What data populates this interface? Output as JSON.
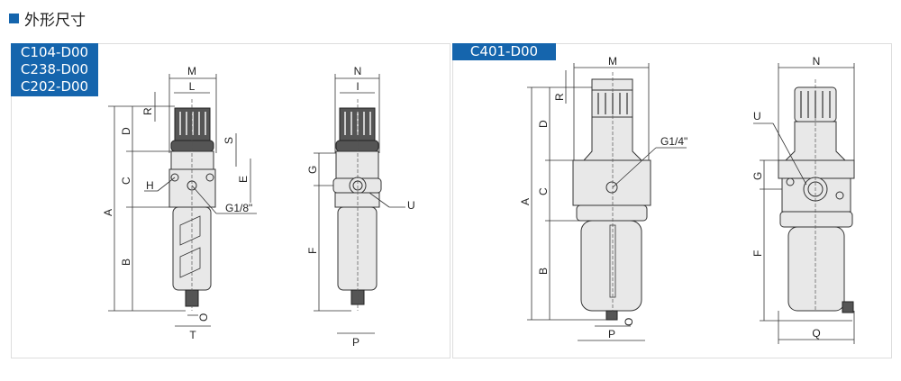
{
  "section_title": "外形尺寸",
  "colors": {
    "accent": "#1565ad"
  },
  "panels": [
    {
      "models": [
        "C104-D00",
        "C238-D00",
        "C202-D00"
      ],
      "front_labels": {
        "M": "M",
        "L": "L",
        "R": "R",
        "D": "D",
        "S": "S",
        "C": "C",
        "H": "H",
        "E": "E",
        "A": "A",
        "B": "B",
        "O": "O",
        "T": "T",
        "port": "G1/8\""
      },
      "side_labels": {
        "N": "N",
        "I": "I",
        "G": "G",
        "U": "U",
        "F": "F",
        "P": "P"
      }
    },
    {
      "models": [
        "C401-D00"
      ],
      "front_labels": {
        "M": "M",
        "R": "R",
        "D": "D",
        "C": "C",
        "A": "A",
        "B": "B",
        "O": "O",
        "P": "P",
        "port": "G1/4\""
      },
      "side_labels": {
        "N": "N",
        "U": "U",
        "G": "G",
        "F": "F",
        "Q": "Q"
      }
    }
  ]
}
